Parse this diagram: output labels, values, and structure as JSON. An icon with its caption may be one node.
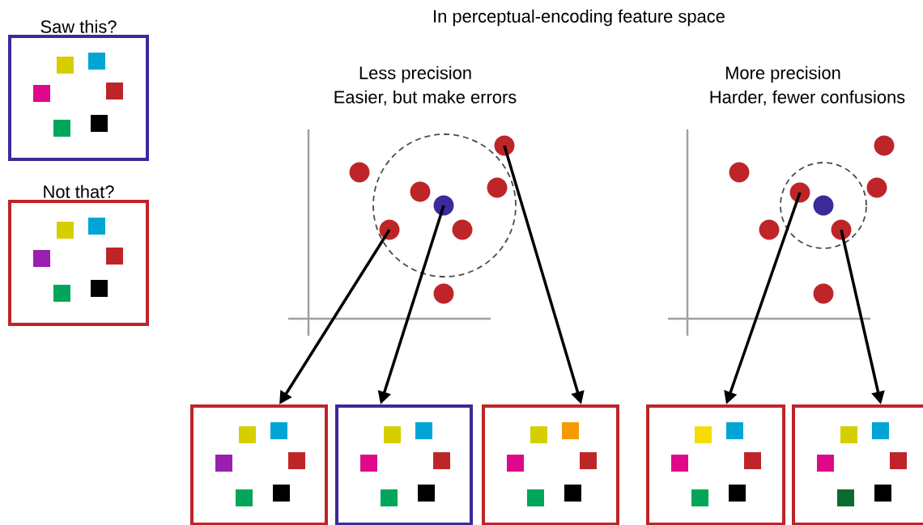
{
  "diagram": {
    "title": "In perceptual-encoding feature space",
    "nodes": [
      {
        "text": [
          "Saw this?"
        ]
      },
      {
        "text": [
          "Not that?"
        ]
      },
      {
        "text": [],
        "shape": "circle"
      },
      {
        "text": [],
        "shape": "circle"
      },
      {
        "text": [],
        "shape": "circle"
      },
      {
        "text": [],
        "shape": "circle"
      },
      {
        "text": [],
        "shape": "circle"
      },
      {
        "text": [],
        "shape": "circle"
      },
      {
        "text": [],
        "shape": "circle"
      },
      {
        "text": [],
        "shape": "circle"
      },
      {
        "text": [],
        "shape": "circle"
      },
      {
        "text": [],
        "shape": "circle"
      },
      {
        "text": [],
        "shape": "circle"
      },
      {
        "text": [],
        "shape": "circle"
      },
      {
        "text": [],
        "shape": "circle"
      },
      {
        "text": [],
        "shape": "circle"
      },
      {
        "text": [],
        "shape": "circle"
      },
      {
        "text": [],
        "shape": "circle"
      },
      {
        "text": [],
        "shape": "box"
      },
      {
        "text": [],
        "shape": "box"
      },
      {
        "text": [],
        "shape": "box"
      },
      {
        "text": [],
        "shape": "box"
      },
      {
        "text": [],
        "shape": "box"
      }
    ],
    "edges": [
      {
        "from": 3,
        "to": 18,
        "arrow": "to"
      },
      {
        "from": 5,
        "to": 19,
        "arrow": "to"
      },
      {
        "from": 9,
        "to": 20,
        "arrow": "to"
      },
      {
        "from": 12,
        "to": 21,
        "arrow": "to"
      },
      {
        "from": 15,
        "to": 22,
        "arrow": "to"
      }
    ],
    "labels": [
      "Less precision",
      "Easier, but make errors",
      "More precision",
      "Harder, fewer confusions"
    ]
  }
}
